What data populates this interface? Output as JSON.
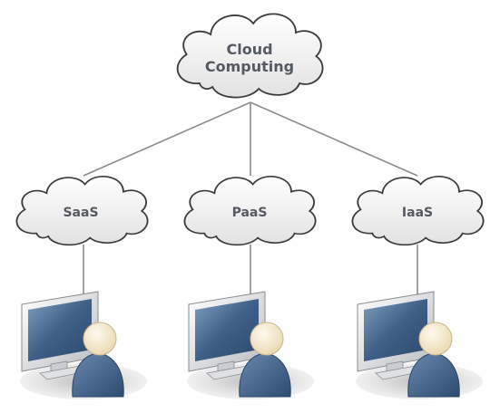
{
  "diagram": {
    "root": {
      "label_line1": "Cloud",
      "label_line2": "Computing",
      "icon": "cloud-icon"
    },
    "services": [
      {
        "label": "SaaS",
        "icon": "cloud-icon",
        "user_icon": "computer-user-icon"
      },
      {
        "label": "PaaS",
        "icon": "cloud-icon",
        "user_icon": "computer-user-icon"
      },
      {
        "label": "IaaS",
        "icon": "cloud-icon",
        "user_icon": "computer-user-icon"
      }
    ],
    "colors": {
      "cloud_fill": "#f2f2f2",
      "cloud_stroke": "#3c3c3c",
      "connector": "#8c8c8c",
      "label": "#555a60",
      "monitor_frame": "#e4e6e8",
      "monitor_screen": "#3e5f86",
      "person_body": "#3f5f86",
      "person_head": "#f4e8cc"
    }
  }
}
